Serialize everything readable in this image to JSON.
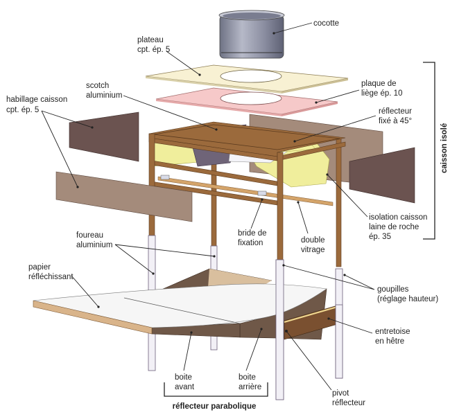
{
  "labels": {
    "cocotte": "cocotte",
    "plateau": [
      "plateau",
      "cpt. ép. 5"
    ],
    "scotch": [
      "scotch",
      "aluminium"
    ],
    "habillage": [
      "habillage caisson",
      "cpt. ép. 5"
    ],
    "plaque": [
      "plaque de",
      "liège ép. 10"
    ],
    "reflecteur_fixe": [
      "réflecteur",
      "fixé à 45°"
    ],
    "caisson": "caisson isolé",
    "isolation": [
      "isolation caisson",
      "laine de roche",
      "ép. 35"
    ],
    "bride": [
      "bride de",
      "fixation"
    ],
    "double_vitrage": [
      "double",
      "vitrage"
    ],
    "foureau": [
      "foureau",
      "aluminium"
    ],
    "papier": [
      "papier",
      "réfléchissant"
    ],
    "goupilles": [
      "goupilles",
      "(réglage hauteur)"
    ],
    "entretoise": [
      "entretoise",
      "en hêtre"
    ],
    "boite_avant": [
      "boite",
      "avant"
    ],
    "boite_arriere": [
      "boite",
      "arrière"
    ],
    "pivot": [
      "pivot",
      "réflecteur"
    ],
    "reflecteur_parabolique": "réflecteur parabolique"
  },
  "colors": {
    "wood": "#9b6a3c",
    "insulation": "#f0ee9c",
    "panel_dark": "#6b5350",
    "panel_light": "#a48b7b",
    "plateau": "#f8f1d3",
    "liege": "#f6c9c9",
    "pot": "#8c90a2"
  }
}
